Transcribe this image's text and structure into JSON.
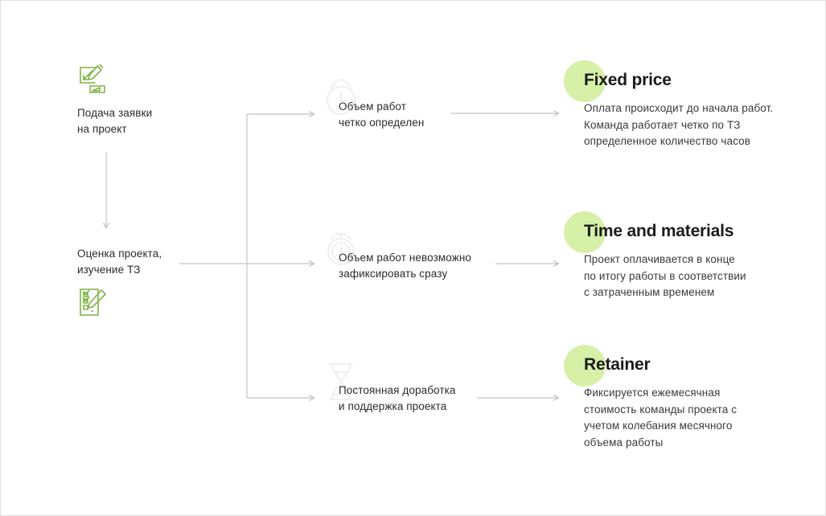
{
  "diagram": {
    "title": "Project engagement models flow",
    "colors": {
      "accent_dot": "#d7f0a8",
      "icon_green": "#7cb342",
      "connector": "#c4c4c4",
      "watermark": "#efefef",
      "text_dark": "#2b2b2b",
      "heading": "#1b1b1b",
      "canvas": "#ffffff",
      "border": "#e2e2e2"
    },
    "stages": [
      {
        "id": "application",
        "icon": "document-pencil-ruler-icon",
        "label": "Подача заявки\nна проект"
      },
      {
        "id": "estimation",
        "icon": "checklist-pencil-icon",
        "label": "Оценка проекта,\nизучение ТЗ"
      }
    ],
    "branches": [
      {
        "id": "scope-defined",
        "watermark_icon": "clock-icon",
        "label": "Объем работ\nчетко определен"
      },
      {
        "id": "scope-undefined",
        "watermark_icon": "stopwatch-icon",
        "label": "Объем работ невозможно\nзафиксировать сразу"
      },
      {
        "id": "ongoing-support",
        "watermark_icon": "hourglass-icon",
        "label": "Постоянная доработка\nи поддержка проекта"
      }
    ],
    "outcomes": [
      {
        "id": "fixed-price",
        "title": "Fixed price",
        "body": "Оплата происходит до начала работ.\nКоманда работает четко по ТЗ\nопределенное количество часов"
      },
      {
        "id": "time-and-materials",
        "title": "Time and materials",
        "body": "Проект оплачивается в конце\nпо итогу работы в соответствии\nс затраченным временем"
      },
      {
        "id": "retainer",
        "title": "Retainer",
        "body": "Фиксируется ежемесячная\nстоимость команды проекта с\nучетом колебания месячного\nобъема работы"
      }
    ]
  }
}
